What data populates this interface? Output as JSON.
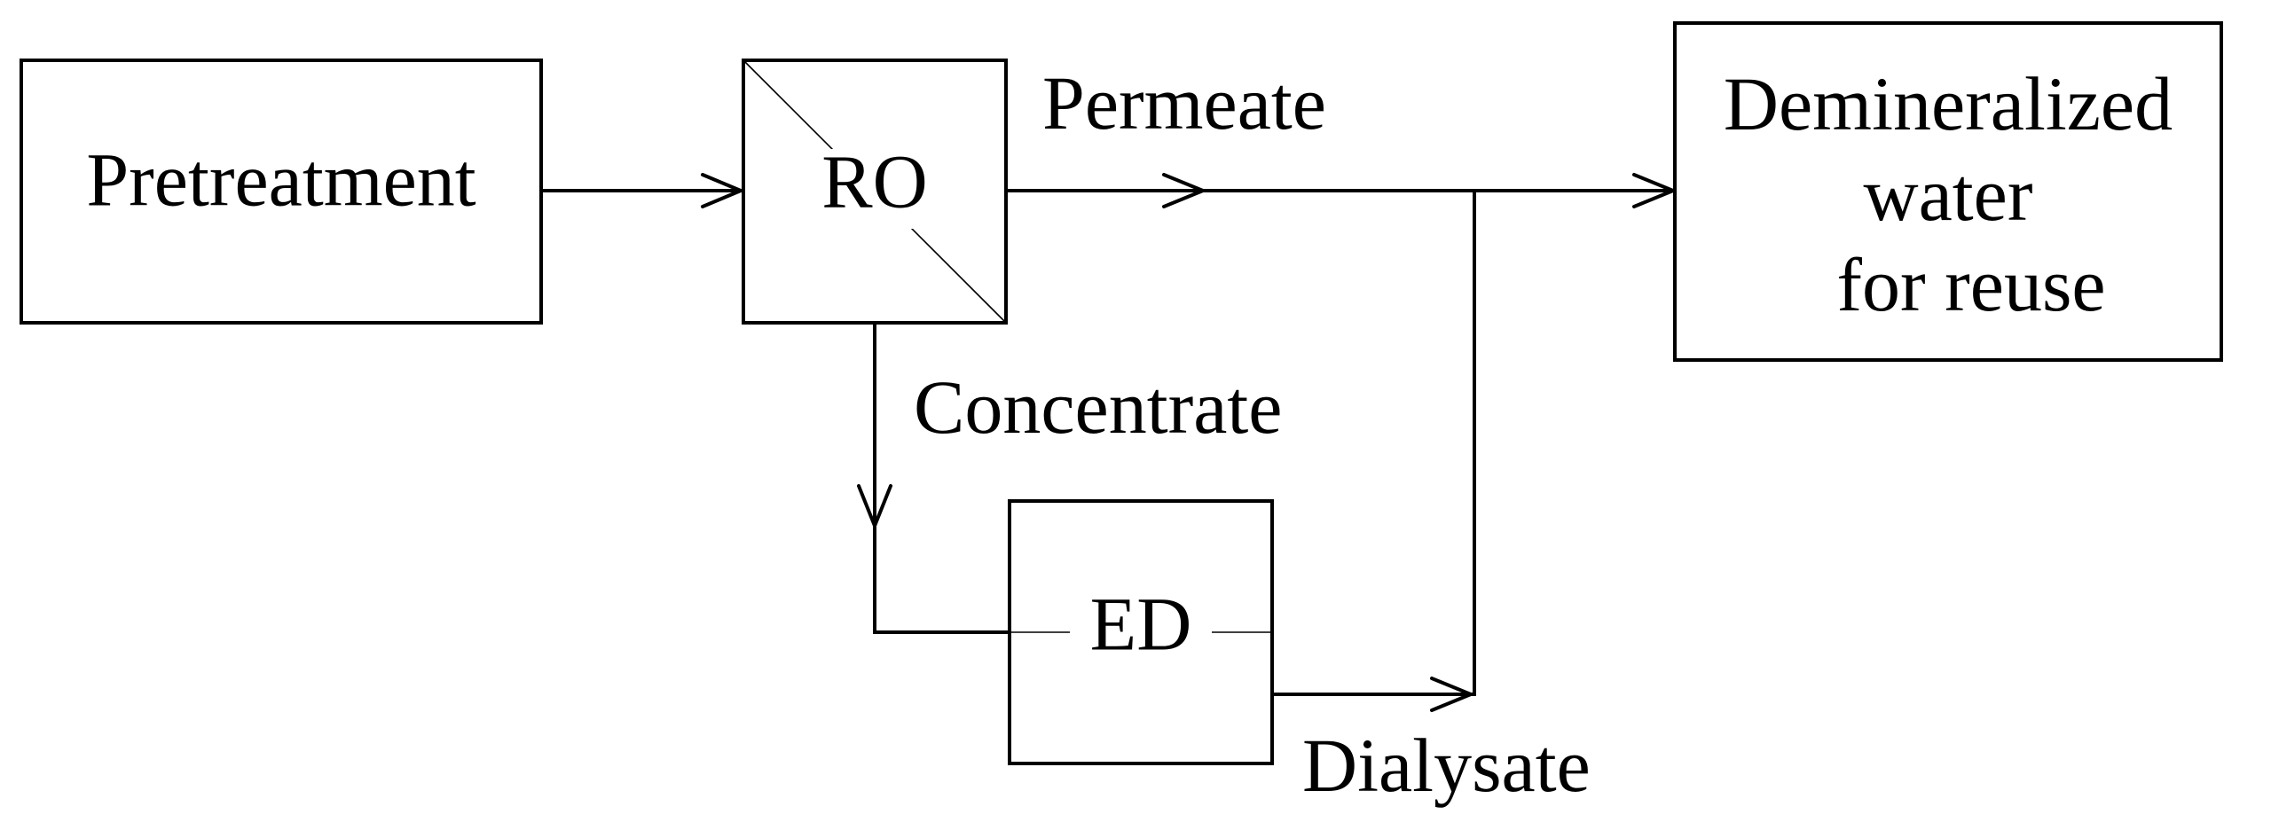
{
  "nodes": {
    "pretreatment": "Pretreatment",
    "ro": "RO",
    "ed": "ED",
    "demineralized": [
      "Demineralized",
      "water",
      "for reuse"
    ]
  },
  "streams": {
    "permeate": "Permeate",
    "concentrate": "Concentrate",
    "dialysate": "Dialysate"
  },
  "colors": {
    "stroke": "#000000",
    "background": "#ffffff"
  }
}
